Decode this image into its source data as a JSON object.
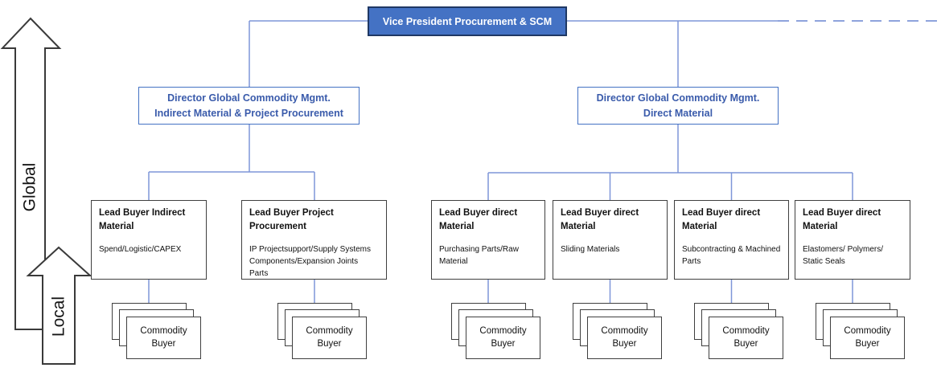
{
  "colors": {
    "accent_blue": "#4472C4",
    "vp_border_navy": "#1F3864",
    "connector_blue": "#7E96D8",
    "director_text_blue": "#3A5BAB",
    "box_border_dark": "#3F3F3F"
  },
  "vp_box": {
    "label": "Vice President Procurement & SCM"
  },
  "directors": [
    {
      "line1": "Director Global Commodity Mgmt.",
      "line2": "Indirect Material & Project Procurement"
    },
    {
      "line1": "Director Global Commodity Mgmt.",
      "line2": "Direct Material"
    }
  ],
  "lead_buyers": [
    {
      "title": "Lead Buyer Indirect Material",
      "subtitle": "Spend/Logistic/CAPEX"
    },
    {
      "title": "Lead Buyer Project Procurement",
      "subtitle": "IP Projectsupport/Supply Systems Components/Expansion Joints Parts"
    },
    {
      "title": "Lead Buyer direct Material",
      "subtitle": "Purchasing Parts/Raw Material"
    },
    {
      "title": "Lead Buyer direct Material",
      "subtitle": "Sliding Materials"
    },
    {
      "title": "Lead Buyer direct Material",
      "subtitle": "Subcontracting & Machined Parts"
    },
    {
      "title": "Lead Buyer direct Material",
      "subtitle": "Elastomers/ Polymers/ Static Seals"
    }
  ],
  "commodity_buyer_label": "Commodity Buyer",
  "axis": {
    "global_label": "Global",
    "local_label": "Local"
  }
}
